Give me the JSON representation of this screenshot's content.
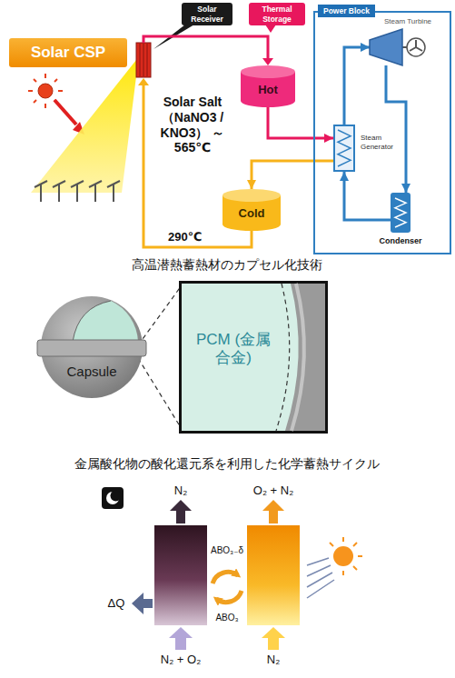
{
  "diagram": {
    "nodes": [
      {
        "text": [
          "Solar CSP"
        ]
      },
      {
        "text": [
          "Solar Receiver"
        ]
      },
      {
        "text": [
          "Thermal Storage"
        ]
      },
      {
        "text": [
          "Power Block"
        ]
      },
      {
        "text": [
          "Steam Turbine"
        ],
        "in": 3
      },
      {
        "text": [
          "Steam Generator"
        ],
        "in": 3
      },
      {
        "text": [
          "Condenser"
        ],
        "in": 3
      },
      {
        "text": [
          "Hot"
        ]
      },
      {
        "text": [
          "Cold"
        ]
      },
      {
        "text": [
          "Capsule"
        ]
      },
      {
        "text": [
          "PCM (金属合金)"
        ]
      }
    ],
    "edges": [
      {
        "from": 7,
        "to": 5,
        "arrow": "to"
      },
      {
        "from": 5,
        "to": 8,
        "arrow": "to"
      },
      {
        "from": 5,
        "to": 4,
        "arrow": "to"
      },
      {
        "from": 4,
        "to": 6,
        "arrow": "to"
      },
      {
        "from": 6,
        "to": 5,
        "arrow": "to"
      }
    ],
    "labels": [
      "Solar Salt （NaNO3 / KNO3） ～565℃",
      "290℃",
      "高温潜熱蓄熱材のカプセル化技術",
      "金属酸化物の酸化還元系を利用した化学蓄熱サイクル",
      "N₂",
      "ΔQ",
      "N₂ + O₂",
      "ABO₃₋δ",
      "ABO₃",
      "O₂ + N₂",
      "N₂"
    ]
  }
}
